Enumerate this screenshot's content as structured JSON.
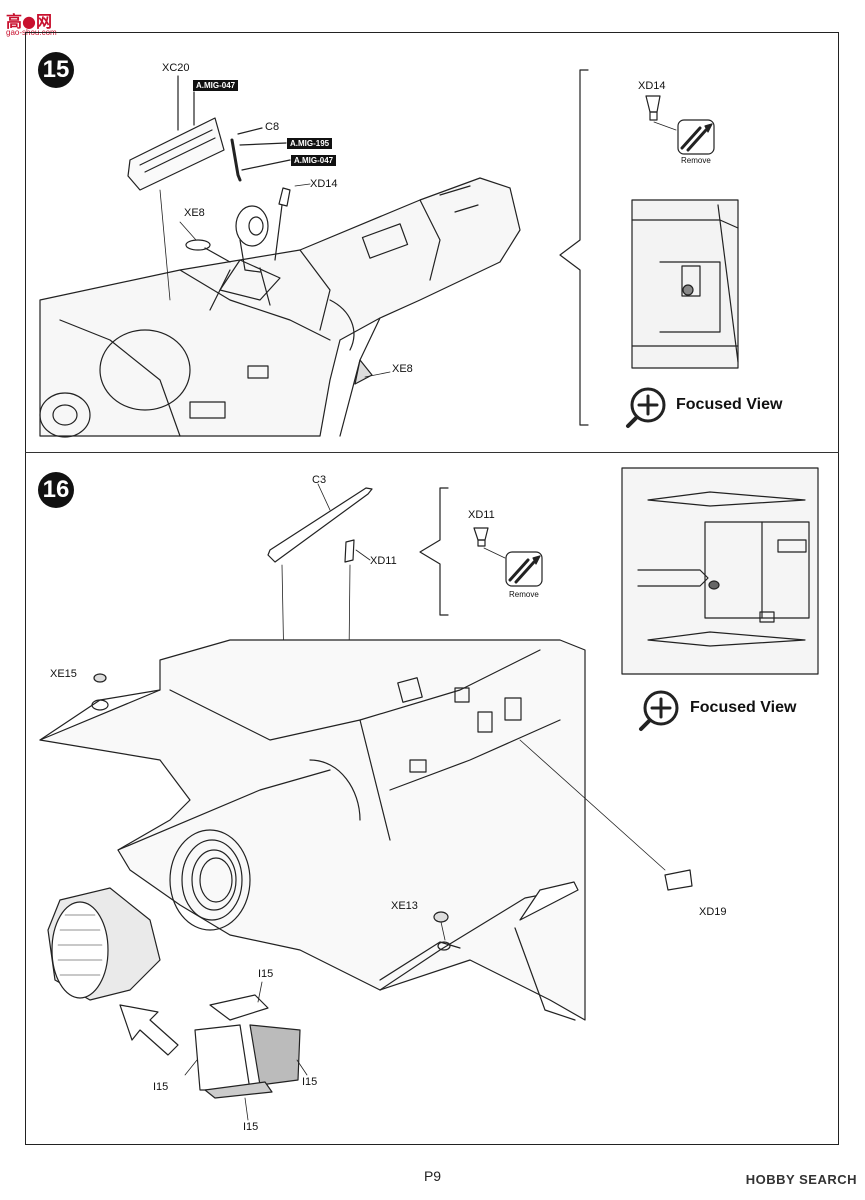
{
  "header_logo": {
    "chars": "高●网",
    "domain": "gao-shou.com"
  },
  "step15": {
    "number": "15",
    "parts": {
      "xc20": "XC20",
      "c8": "C8",
      "xd14": "XD14",
      "xe8_top": "XE8",
      "xe8_side": "XE8"
    },
    "paints": {
      "mig047_a": "A.MIG-047",
      "mig195": "A.MIG-195",
      "mig047_b": "A.MIG-047"
    },
    "callout": {
      "part": "XD14",
      "remove": "Remove",
      "focused_view": "Focused View"
    }
  },
  "step16": {
    "number": "16",
    "parts": {
      "c3": "C3",
      "xd11": "XD11",
      "xe15": "XE15",
      "xe13": "XE13",
      "xd19": "XD19",
      "i15_a": "I15",
      "i15_b": "I15",
      "i15_c": "I15",
      "i15_d": "I15"
    },
    "callout": {
      "part": "XD11",
      "remove": "Remove",
      "focused_view": "Focused View"
    }
  },
  "page_number": "P9",
  "footer_logo": "HOBBY SEARCH",
  "colors": {
    "ink": "#111111",
    "logo_red": "#c8102e",
    "panel_gray": "#e6e6e6"
  }
}
